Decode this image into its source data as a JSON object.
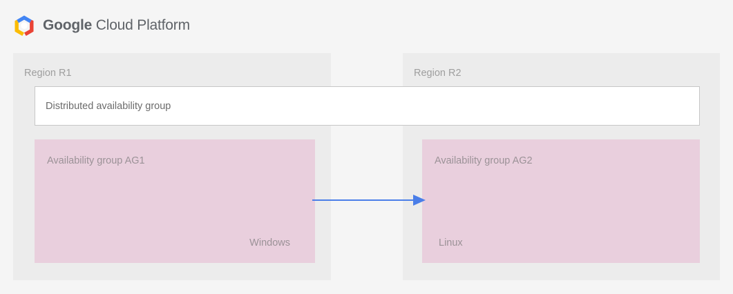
{
  "header": {
    "logo_icon": "google-cloud-platform-logo-icon",
    "brand_bold": "Google",
    "brand_light": " Cloud Platform",
    "logo_colors": {
      "blue": "#4285f4",
      "yellow": "#fbbc05",
      "red": "#ea4335",
      "center": "#ffffff"
    }
  },
  "regions": [
    {
      "label": "Region R1",
      "availability_group": {
        "title": "Availability group AG1",
        "os": "Windows"
      }
    },
    {
      "label": "Region R2",
      "availability_group": {
        "title": "Availability group AG2",
        "os": "Linux"
      }
    }
  ],
  "distributed_group": {
    "label": "Distributed availability group"
  },
  "arrow": {
    "name": "replication-arrow",
    "direction": "left-to-right",
    "color": "#4a7ee8"
  },
  "colors": {
    "page_background": "#f5f5f5",
    "region_panel": "#ececec",
    "availability_group": "#e9cfdd",
    "distributed_box": "#ffffff",
    "distributed_border": "#c6c6c6",
    "text_muted": "#9e9e9e",
    "text_body": "#6b6b6b",
    "text_on_pink": "#9b9297"
  }
}
